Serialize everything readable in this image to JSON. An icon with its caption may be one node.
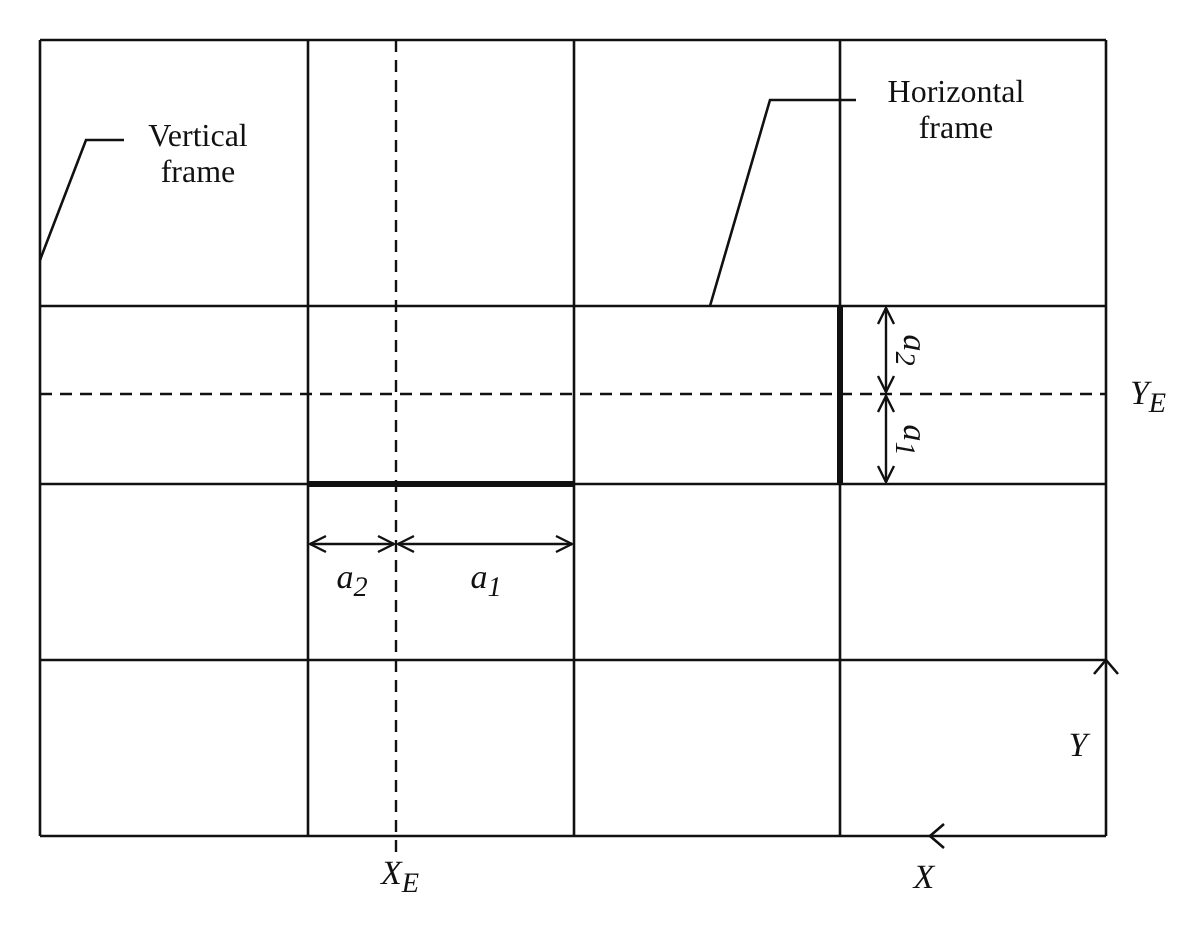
{
  "diagram": {
    "nodes": [
      {
        "text": [
          "Vertical frame"
        ]
      },
      {
        "text": [
          "Horizontal frame"
        ]
      }
    ],
    "edges": [
      {
        "from": 0,
        "to": null,
        "arrow": "none"
      },
      {
        "from": 1,
        "to": null,
        "arrow": "none"
      }
    ],
    "labels": [
      "a$_{2}$",
      "Y$_{E}$",
      "a$_{1}$",
      "a$_{2}$",
      "a$_{1}$",
      "Y",
      "X$_{E}$",
      "X"
    ]
  }
}
